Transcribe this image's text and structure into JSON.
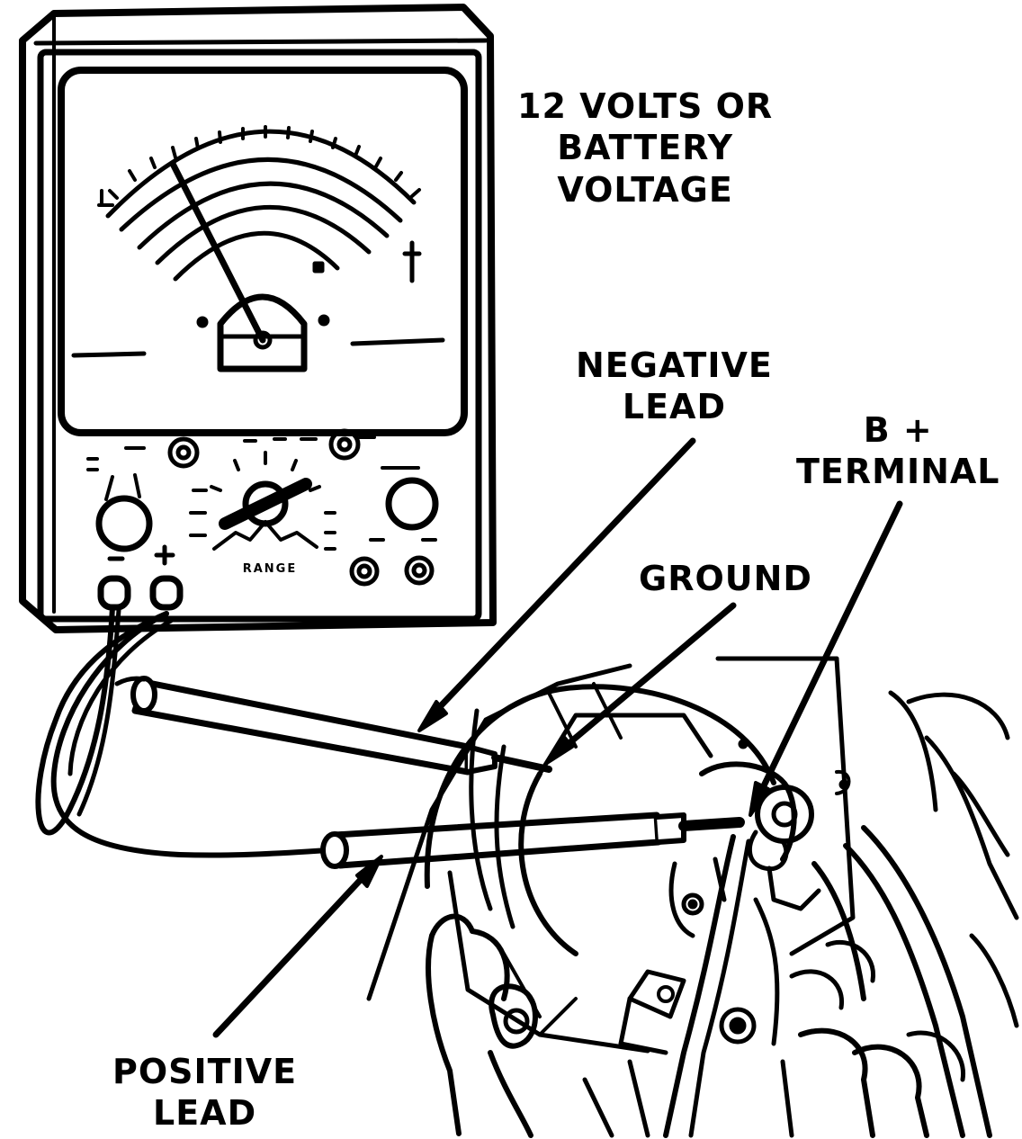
{
  "callouts": {
    "voltage": [
      "12 VOLTS OR",
      "BATTERY",
      "VOLTAGE"
    ],
    "negative_lead": [
      "NEGATIVE",
      "LEAD"
    ],
    "b_plus_terminal": [
      "B +",
      "TERMINAL"
    ],
    "ground": [
      "GROUND"
    ],
    "positive_lead": [
      "POSITIVE",
      "LEAD"
    ]
  },
  "meter": {
    "range_label": "RANGE"
  },
  "colors": {
    "ink": "#000000",
    "paper": "#ffffff"
  }
}
